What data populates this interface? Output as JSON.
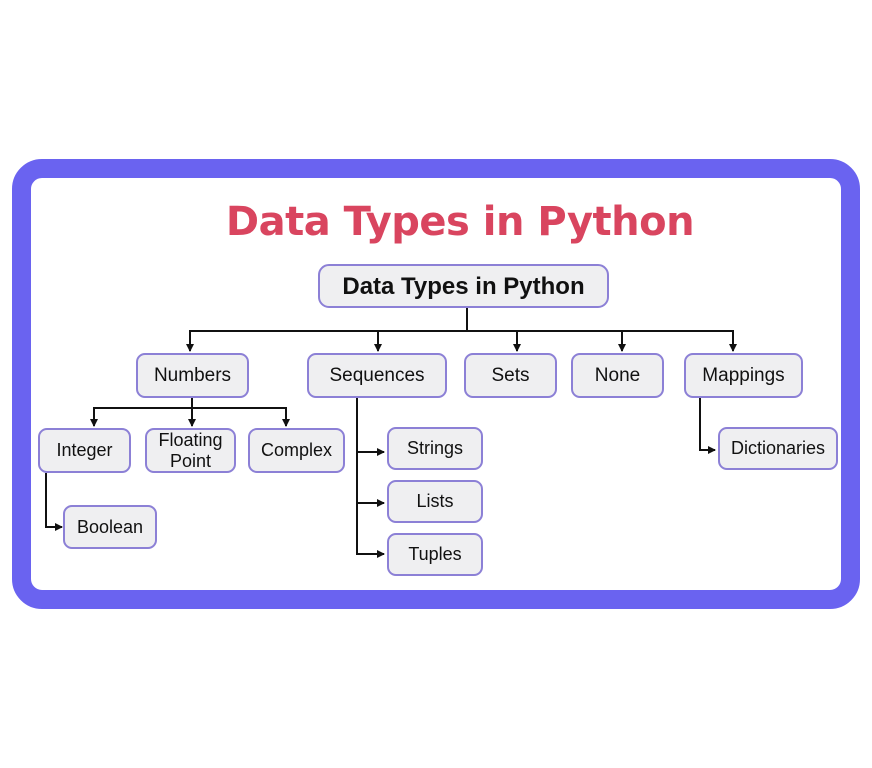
{
  "title": "Data Types in Python",
  "colors": {
    "frame": "#6a63f0",
    "title": "#d9455f",
    "node_fill": "#efeff1",
    "node_border": "#8c80d6",
    "connector": "#111111"
  },
  "diagram": {
    "root": {
      "label": "Data Types in Python"
    },
    "categories": [
      {
        "label": "Numbers",
        "children": [
          "Integer",
          "Floating Point",
          "Complex"
        ]
      },
      {
        "label": "Sequences",
        "children": [
          "Strings",
          "Lists",
          "Tuples"
        ]
      },
      {
        "label": "Sets",
        "children": []
      },
      {
        "label": "None",
        "children": []
      },
      {
        "label": "Mappings",
        "children": [
          "Dictionaries"
        ]
      }
    ],
    "numbers_children": [
      {
        "label": "Integer",
        "children": [
          "Boolean"
        ]
      },
      {
        "label": "Floating\nPoint"
      },
      {
        "label": "Complex"
      }
    ],
    "integer_children": [
      {
        "label": "Boolean"
      }
    ],
    "sequence_children": [
      {
        "label": "Strings"
      },
      {
        "label": "Lists"
      },
      {
        "label": "Tuples"
      }
    ],
    "mapping_children": [
      {
        "label": "Dictionaries"
      }
    ]
  }
}
